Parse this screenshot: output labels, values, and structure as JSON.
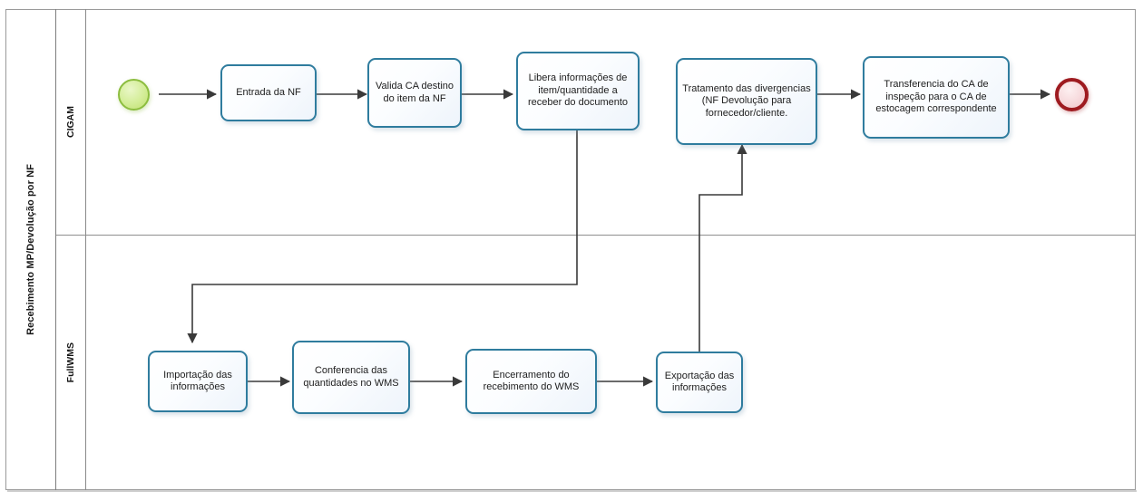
{
  "diagram": {
    "pool_title": "Recebimento MP/Devolução por NF",
    "lanes": [
      {
        "id": "cigam",
        "label": "CIGAM"
      },
      {
        "id": "fullwms",
        "label": "FullWMS"
      }
    ],
    "events": [
      {
        "id": "start",
        "name": "start-event",
        "type": "start",
        "lane": "cigam"
      },
      {
        "id": "end",
        "name": "end-event",
        "type": "end",
        "lane": "cigam"
      }
    ],
    "tasks": [
      {
        "id": "t1",
        "label": "Entrada da NF",
        "lane": "cigam"
      },
      {
        "id": "t2",
        "label": "Valida CA destino do item da NF",
        "lane": "cigam"
      },
      {
        "id": "t3",
        "label": "Libera informações de item/quantidade a receber do documento",
        "lane": "cigam"
      },
      {
        "id": "t4",
        "label": "Tratamento das divergencias (NF Devolução para fornecedor/cliente.",
        "lane": "cigam"
      },
      {
        "id": "t5",
        "label": "Transferencia do CA de inspeção para o CA de estocagem correspondente",
        "lane": "cigam"
      },
      {
        "id": "t6",
        "label": "Importação das informações",
        "lane": "fullwms"
      },
      {
        "id": "t7",
        "label": "Conferencia das quantidades no WMS",
        "lane": "fullwms"
      },
      {
        "id": "t8",
        "label": "Encerramento do recebimento do WMS",
        "lane": "fullwms"
      },
      {
        "id": "t9",
        "label": "Exportação das informações",
        "lane": "fullwms"
      }
    ],
    "flows": [
      {
        "from": "start",
        "to": "t1"
      },
      {
        "from": "t1",
        "to": "t2"
      },
      {
        "from": "t2",
        "to": "t3"
      },
      {
        "from": "t3",
        "to": "t6"
      },
      {
        "from": "t6",
        "to": "t7"
      },
      {
        "from": "t7",
        "to": "t8"
      },
      {
        "from": "t8",
        "to": "t9"
      },
      {
        "from": "t9",
        "to": "t4"
      },
      {
        "from": "t4",
        "to": "t5"
      },
      {
        "from": "t5",
        "to": "end"
      }
    ],
    "colors": {
      "task_border": "#2f7c9e",
      "task_fill": "#f2f7fc",
      "start_border": "#8cbd3f",
      "start_fill": "#d3ed97",
      "end_border": "#9e1b20",
      "end_fill": "#f6d7da",
      "connector": "#3a3a3a",
      "frame": "#9a9a9a"
    }
  }
}
